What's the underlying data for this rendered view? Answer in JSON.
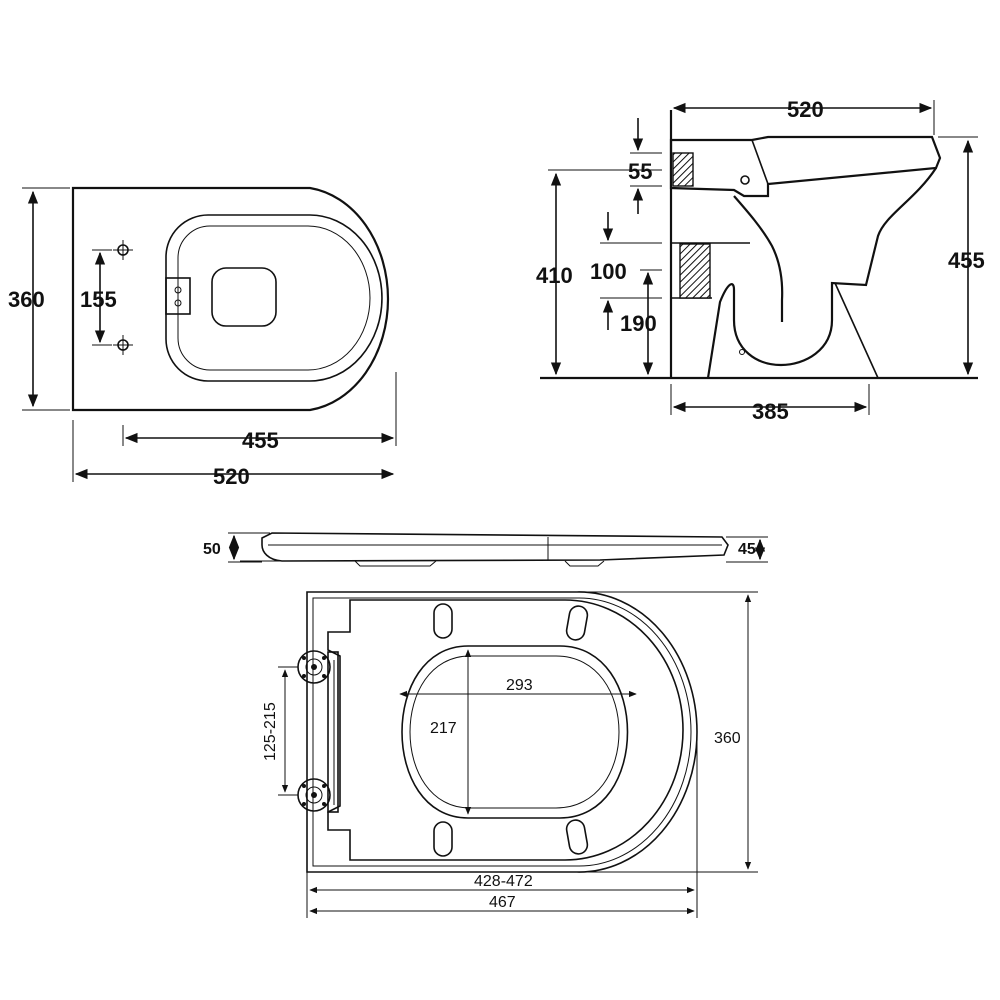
{
  "dimensions": {
    "top_view": {
      "width": "520",
      "depth": "360",
      "fixing_centers": "155",
      "fixing_to_front": "455"
    },
    "side_view": {
      "overall_length": "520",
      "projection": "385",
      "pan_height": "455",
      "inlet_height": "410",
      "inlet_size": "55",
      "outlet_size": "100",
      "outlet_height": "190"
    },
    "seat_profile": {
      "rear_thickness": "50",
      "front_thickness": "45"
    },
    "seat_plan": {
      "aperture_width": "293",
      "aperture_depth": "217",
      "hinge_centers": "125-215",
      "seat_width": "360",
      "seat_length_adjustable": "428-472",
      "seat_length": "467"
    }
  }
}
